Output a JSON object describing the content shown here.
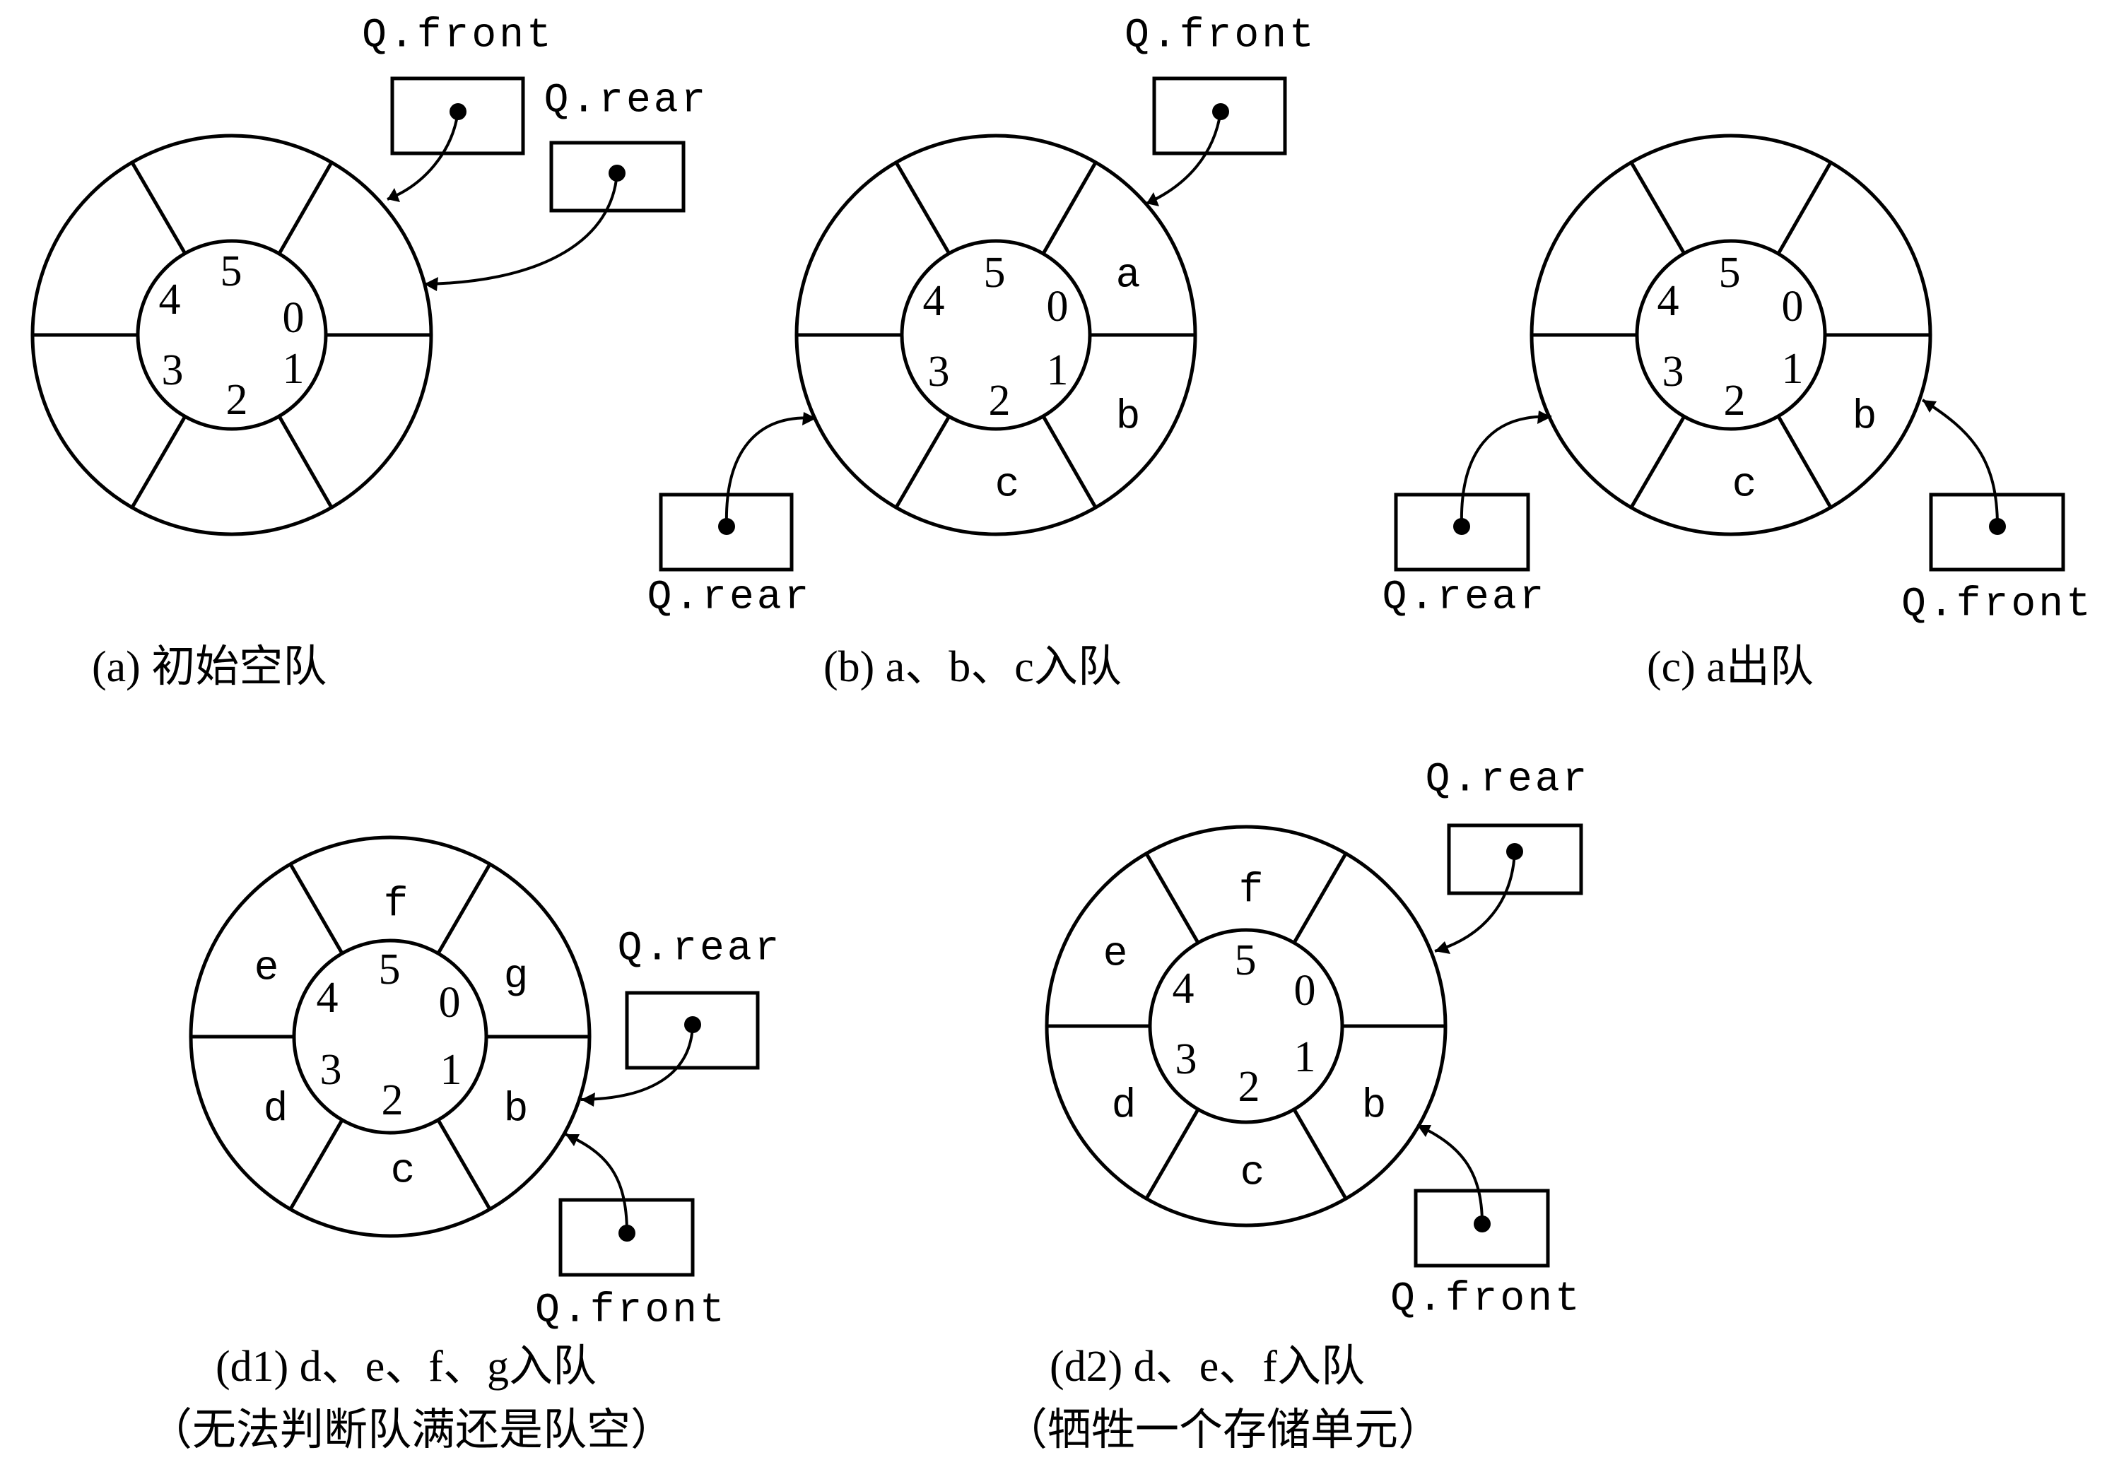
{
  "labels": {
    "front": "Q.front",
    "rear": "Q.rear"
  },
  "diagrams": [
    {
      "id": "a",
      "indices": [
        "0",
        "1",
        "2",
        "3",
        "4",
        "5"
      ],
      "cells": [
        "",
        "",
        "",
        "",
        "",
        ""
      ],
      "caption": [
        "(a) 初始空队"
      ],
      "front_pointer": "slot 0",
      "rear_pointer": "slot 0"
    },
    {
      "id": "b",
      "indices": [
        "0",
        "1",
        "2",
        "3",
        "4",
        "5"
      ],
      "cells": [
        "a",
        "b",
        "c",
        "",
        "",
        ""
      ],
      "caption": [
        "(b) a、b、c入队"
      ],
      "front_pointer": "slot 0",
      "rear_pointer": "slot 3"
    },
    {
      "id": "c",
      "indices": [
        "0",
        "1",
        "2",
        "3",
        "4",
        "5"
      ],
      "cells": [
        "",
        "b",
        "c",
        "",
        "",
        ""
      ],
      "caption": [
        "(c) a出队"
      ],
      "front_pointer": "slot 1",
      "rear_pointer": "slot 3"
    },
    {
      "id": "d1",
      "indices": [
        "0",
        "1",
        "2",
        "3",
        "4",
        "5"
      ],
      "cells": [
        "g",
        "b",
        "c",
        "d",
        "e",
        "f"
      ],
      "caption": [
        "(d1) d、e、f、g入队",
        "（无法判断队满还是队空）"
      ],
      "front_pointer": "slot 1",
      "rear_pointer": "slot 1"
    },
    {
      "id": "d2",
      "indices": [
        "0",
        "1",
        "2",
        "3",
        "4",
        "5"
      ],
      "cells": [
        "",
        "b",
        "c",
        "d",
        "e",
        "f"
      ],
      "caption": [
        "(d2) d、e、f入队",
        "（牺牲一个存储单元）"
      ],
      "front_pointer": "slot 1",
      "rear_pointer": "slot 0"
    }
  ]
}
